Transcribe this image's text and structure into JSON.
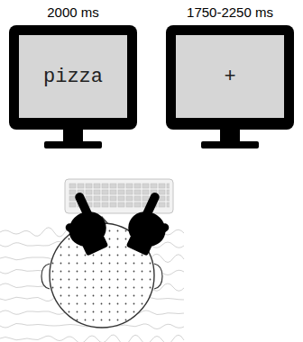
{
  "diagram": {
    "nodes": [
      {
        "text": [
          "2000 ms",
          "pizza"
        ]
      },
      {
        "text": [
          "1750-2250 ms",
          "+"
        ]
      }
    ]
  }
}
